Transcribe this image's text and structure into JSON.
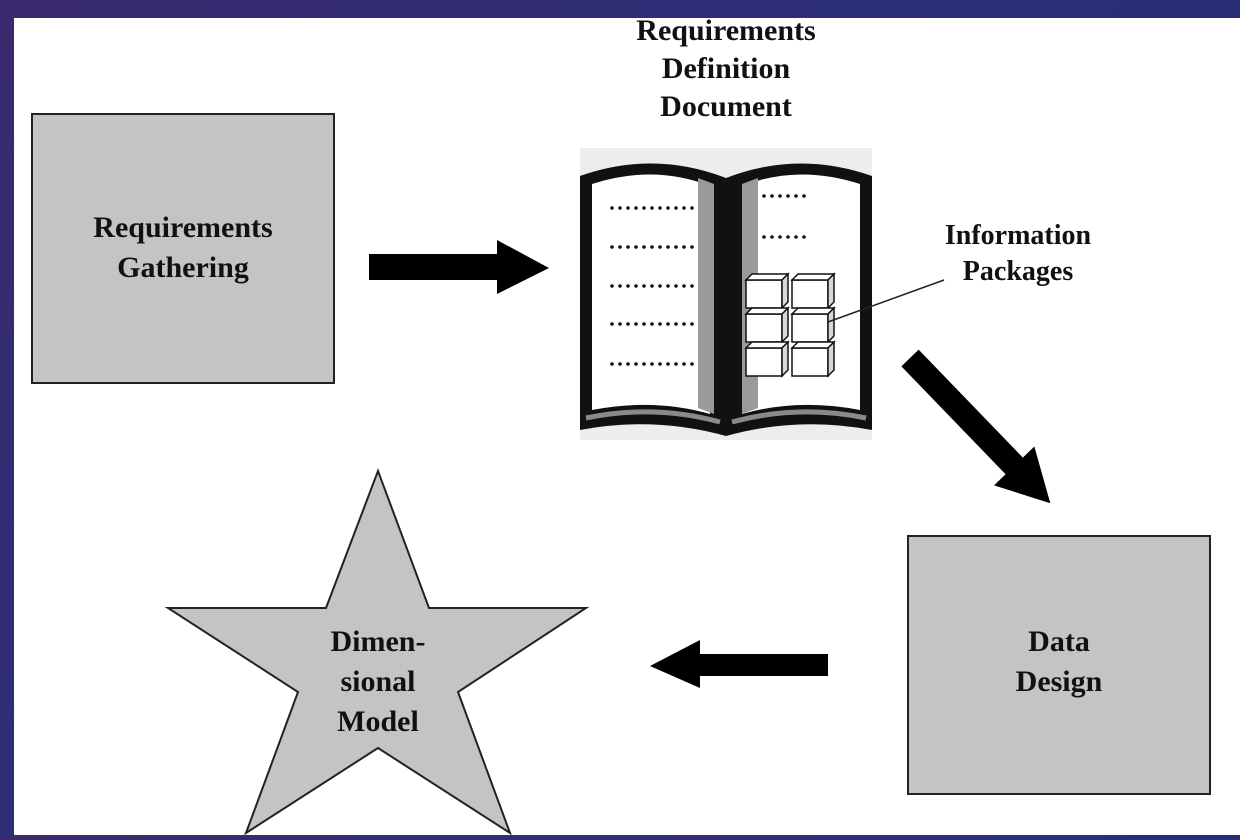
{
  "nodes": {
    "requirements_gathering": [
      "Requirements",
      "Gathering"
    ],
    "requirements_definition_document": [
      "Requirements",
      "Definition",
      "Document"
    ],
    "information_packages": [
      "Information",
      "Packages"
    ],
    "data_design": [
      "Data",
      "Design"
    ],
    "dimensional_model": [
      "Dimen-",
      "sional",
      "Model"
    ]
  },
  "colors": {
    "box_fill": "#c4c4c4",
    "star_fill": "#c4c4c4",
    "arrow": "#000000",
    "background_frame": "#2d2d78"
  }
}
